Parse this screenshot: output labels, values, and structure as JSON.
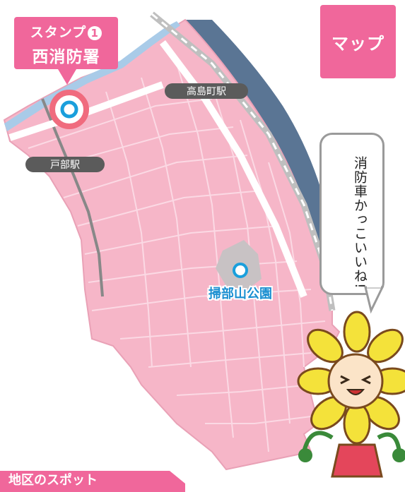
{
  "map": {
    "tab_label": "マップ",
    "stamp_prefix": "スタンプ",
    "stamp_number": "1",
    "stamp_name": "西消防署",
    "stations": [
      "高島町駅",
      "戸部駅"
    ],
    "park_label": "掃部山公園",
    "speech_text": "消防車かっこいいね!",
    "footer_label": "地区のスポット",
    "colors": {
      "district_fill": "#f6b6c8",
      "accent_pink": "#f0679b",
      "water": "#5a7594",
      "river": "#a9cbe8",
      "marker_blue": "#1a9fdc",
      "park_label": "#1b8fd1"
    }
  }
}
